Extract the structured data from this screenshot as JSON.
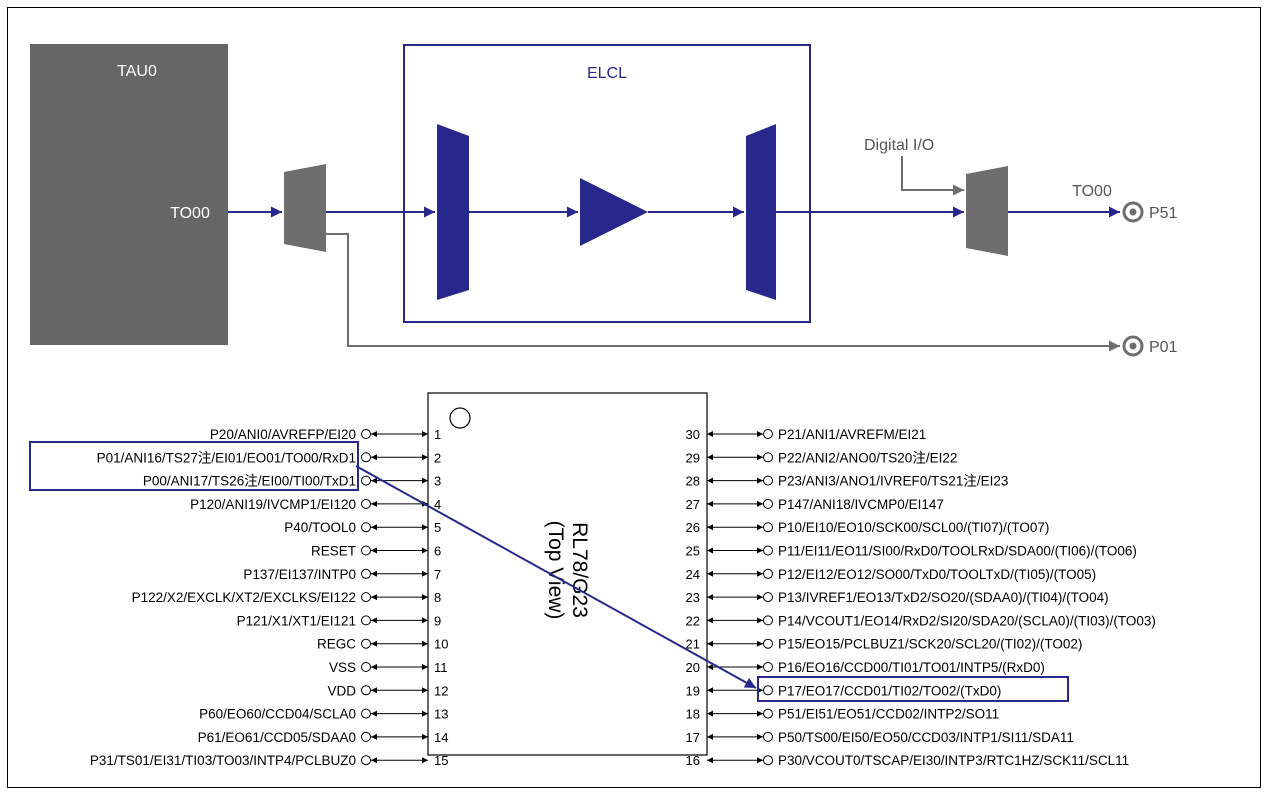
{
  "diagram": {
    "tau_label": "TAU0",
    "tau_output": "TO00",
    "elcl_label": "ELCL",
    "digital_io": "Digital I/O",
    "output_signal": "TO00",
    "pin_p51": "P51",
    "pin_p01": "P01",
    "colors": {
      "blue": "#28288c",
      "gray": "#6e6e6e",
      "tau_fill": "#666666"
    }
  },
  "chip": {
    "name": "RL78/G23",
    "view": "(Top View)",
    "left_pins": [
      {
        "num": "1",
        "label": "P20/ANI0/AVREFP/EI20"
      },
      {
        "num": "2",
        "label": "P01/ANI16/TS27注/EI01/EO01/TO00/RxD1"
      },
      {
        "num": "3",
        "label": "P00/ANI17/TS26注/EI00/TI00/TxD1"
      },
      {
        "num": "4",
        "label": "P120/ANI19/IVCMP1/EI120"
      },
      {
        "num": "5",
        "label": "P40/TOOL0"
      },
      {
        "num": "6",
        "label": "RESET"
      },
      {
        "num": "7",
        "label": "P137/EI137/INTP0"
      },
      {
        "num": "8",
        "label": "P122/X2/EXCLK/XT2/EXCLKS/EI122"
      },
      {
        "num": "9",
        "label": "P121/X1/XT1/EI121"
      },
      {
        "num": "10",
        "label": "REGC"
      },
      {
        "num": "11",
        "label": "VSS"
      },
      {
        "num": "12",
        "label": "VDD"
      },
      {
        "num": "13",
        "label": "P60/EO60/CCD04/SCLA0"
      },
      {
        "num": "14",
        "label": "P61/EO61/CCD05/SDAA0"
      },
      {
        "num": "15",
        "label": "P31/TS01/EI31/TI03/TO03/INTP4/PCLBUZ0"
      }
    ],
    "right_pins": [
      {
        "num": "30",
        "label": "P21/ANI1/AVREFM/EI21"
      },
      {
        "num": "29",
        "label": "P22/ANI2/ANO0/TS20注/EI22"
      },
      {
        "num": "28",
        "label": "P23/ANI3/ANO1/IVREF0/TS21注/EI23"
      },
      {
        "num": "27",
        "label": "P147/ANI18/IVCMP0/EI147"
      },
      {
        "num": "26",
        "label": "P10/EI10/EO10/SCK00/SCL00/(TI07)/(TO07)"
      },
      {
        "num": "25",
        "label": "P11/EI11/EO11/SI00/RxD0/TOOLRxD/SDA00/(TI06)/(TO06)"
      },
      {
        "num": "24",
        "label": "P12/EI12/EO12/SO00/TxD0/TOOLTxD/(TI05)/(TO05)"
      },
      {
        "num": "23",
        "label": "P13/IVREF1/EO13/TxD2/SO20/(SDAA0)/(TI04)/(TO04)"
      },
      {
        "num": "22",
        "label": "P14/VCOUT1/EO14/RxD2/SI20/SDA20/(SCLA0)/(TI03)/(TO03)"
      },
      {
        "num": "21",
        "label": "P15/EO15/PCLBUZ1/SCK20/SCL20/(TI02)/(TO02)"
      },
      {
        "num": "20",
        "label": "P16/EO16/CCD00/TI01/TO01/INTP5/(RxD0)"
      },
      {
        "num": "19",
        "label": "P17/EO17/CCD01/TI02/TO02/(TxD0)"
      },
      {
        "num": "18",
        "label": "P51/EI51/EO51/CCD02/INTP2/SO11"
      },
      {
        "num": "17",
        "label": "P50/TS00/EI50/EO50/CCD03/INTP1/SI11/SDA11"
      },
      {
        "num": "16",
        "label": "P30/VCOUT0/TSCAP/EI30/INTP3/RTC1HZ/SCK11/SCL11"
      }
    ]
  }
}
